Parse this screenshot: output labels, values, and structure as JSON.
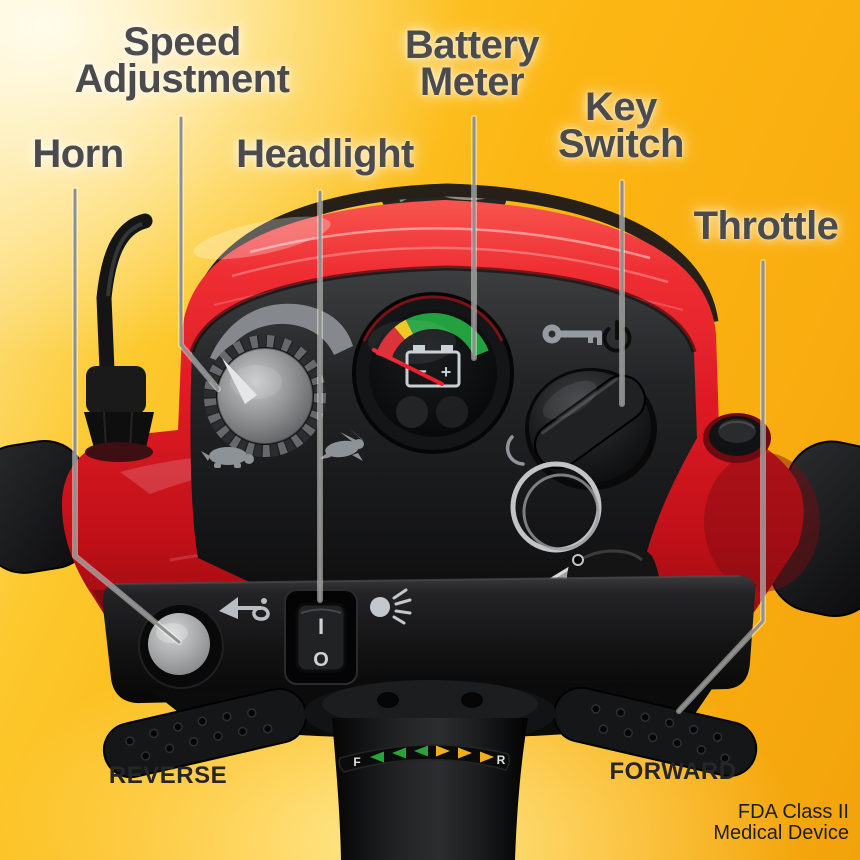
{
  "image_description": "Labeled diagram of a red mobility scooter tiller console (FDA Class II medical device) on a golden yellow background",
  "callouts": {
    "speed_adjustment": {
      "line1": "Speed",
      "line2": "Adjustment"
    },
    "horn": {
      "line1": "Horn"
    },
    "headlight": {
      "line1": "Headlight"
    },
    "battery_meter": {
      "line1": "Battery",
      "line2": "Meter"
    },
    "key_switch": {
      "line1": "Key",
      "line2": "Switch"
    },
    "throttle": {
      "line1": "Throttle"
    }
  },
  "direction_labels": {
    "reverse": "REVERSE",
    "forward": "FORWARD"
  },
  "footnote": {
    "line1": "FDA Class II",
    "line2": "Medical Device"
  },
  "device": {
    "rocker_switch": {
      "on": "I",
      "off": "O"
    },
    "battery_gauge": {
      "minus": "−",
      "plus": "+"
    },
    "direction_plate": {
      "left_letter": "F",
      "right_letter": "R"
    }
  },
  "icons": [
    "horn-icon",
    "headlight-icon",
    "turtle-slow-icon",
    "rabbit-fast-icon",
    "key-icon",
    "power-icon",
    "battery-icon",
    "speed-range-arc-icon",
    "rotate-direction-arc-icon"
  ],
  "colors": {
    "background_gold": "#fcb714",
    "background_highlight": "#fdf3d2",
    "label_text": "#4b4b4d",
    "callout_line": "#8e8f90",
    "body_red": "#dd1a24",
    "panel_black": "#1c1c1e",
    "gauge_red": "#d8242c",
    "gauge_yellow": "#eec515",
    "gauge_green": "#23a13f",
    "needle_red": "#ec1e2c",
    "plate_green_arrow": "#27a53d",
    "plate_yellow_arrow": "#efaf1b"
  }
}
